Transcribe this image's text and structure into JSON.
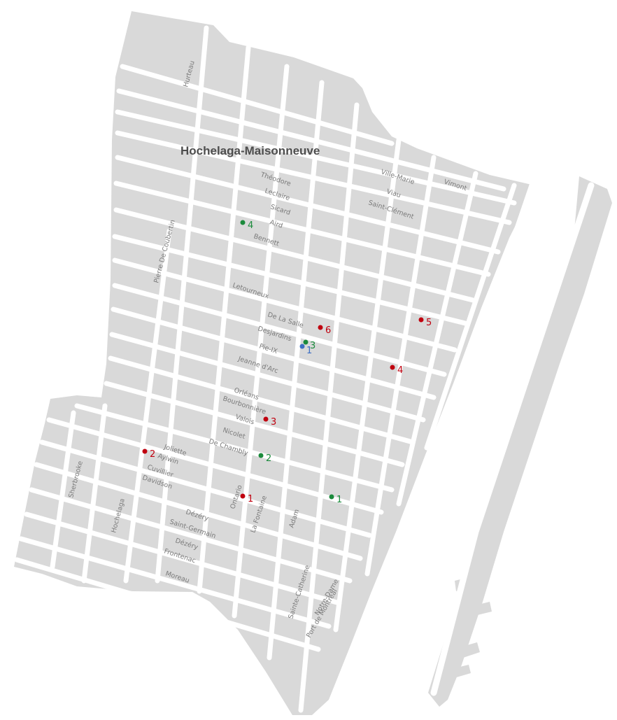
{
  "district_name": "Hochelaga-Maisonneuve",
  "colors": {
    "land": "#d9d9d9",
    "street": "#ffffff",
    "label": "#7a7a7a",
    "red_marker": "#c0000f",
    "green_marker": "#1b8a3c",
    "blue_marker": "#3d6fc4"
  },
  "streets": [
    {
      "id": "hurteau",
      "name": "Hurteau"
    },
    {
      "id": "theodore",
      "name": "Théodore"
    },
    {
      "id": "leclaire",
      "name": "Leclaire"
    },
    {
      "id": "sicard",
      "name": "Sicard"
    },
    {
      "id": "aird",
      "name": "Aird"
    },
    {
      "id": "bennett",
      "name": "Bennett"
    },
    {
      "id": "ville-marie",
      "name": "Ville-Marie"
    },
    {
      "id": "viau",
      "name": "Viau"
    },
    {
      "id": "vimont",
      "name": "Vimont"
    },
    {
      "id": "saint-clement",
      "name": "Saint-Clément"
    },
    {
      "id": "pierre-de-coubertin",
      "name": "Pierre De Coubertin"
    },
    {
      "id": "letourneux",
      "name": "Letourneux"
    },
    {
      "id": "de-la-salle",
      "name": "De La Salle"
    },
    {
      "id": "desjardins",
      "name": "Desjardins"
    },
    {
      "id": "pie-ix",
      "name": "Pie-IX"
    },
    {
      "id": "jeanne-d-arc",
      "name": "Jeanne d'Arc"
    },
    {
      "id": "orleans",
      "name": "Orléans"
    },
    {
      "id": "bourbonniere",
      "name": "Bourbonnière"
    },
    {
      "id": "valois",
      "name": "Valois"
    },
    {
      "id": "nicolet",
      "name": "Nicolet"
    },
    {
      "id": "de-chambly",
      "name": "De Chambly"
    },
    {
      "id": "joliette",
      "name": "Joliette"
    },
    {
      "id": "aylwin",
      "name": "Aylwin"
    },
    {
      "id": "cuvillier",
      "name": "Cuvillier"
    },
    {
      "id": "davidson",
      "name": "Davidson"
    },
    {
      "id": "sherbrooke",
      "name": "Sherbrooke"
    },
    {
      "id": "hochelaga",
      "name": "Hochelaga"
    },
    {
      "id": "ontario",
      "name": "Ontario"
    },
    {
      "id": "la-fontaine",
      "name": "La Fontaine"
    },
    {
      "id": "adam",
      "name": "Adam"
    },
    {
      "id": "dezery",
      "name": "Dézéry"
    },
    {
      "id": "saint-germain",
      "name": "Saint-Germain"
    },
    {
      "id": "dezery-2",
      "name": "Dézéry"
    },
    {
      "id": "frontenac",
      "name": "Frontenac"
    },
    {
      "id": "moreau",
      "name": "Moreau"
    },
    {
      "id": "sainte-catherine",
      "name": "Sainte-Catherine"
    },
    {
      "id": "notre-dame",
      "name": "Notre-Dame"
    },
    {
      "id": "port-de-montreal",
      "name": "Port de Montréal"
    }
  ],
  "markers": [
    {
      "id": "red-1",
      "label": "1",
      "color": "red"
    },
    {
      "id": "red-2",
      "label": "2",
      "color": "red"
    },
    {
      "id": "red-3",
      "label": "3",
      "color": "red"
    },
    {
      "id": "red-4",
      "label": "4",
      "color": "red"
    },
    {
      "id": "red-5",
      "label": "5",
      "color": "red"
    },
    {
      "id": "red-6",
      "label": "6",
      "color": "red"
    },
    {
      "id": "green-1",
      "label": "1",
      "color": "green"
    },
    {
      "id": "green-2",
      "label": "2",
      "color": "green"
    },
    {
      "id": "green-3",
      "label": "3",
      "color": "green"
    },
    {
      "id": "green-4",
      "label": "4",
      "color": "green"
    },
    {
      "id": "blue-1",
      "label": "1",
      "color": "blue"
    }
  ]
}
